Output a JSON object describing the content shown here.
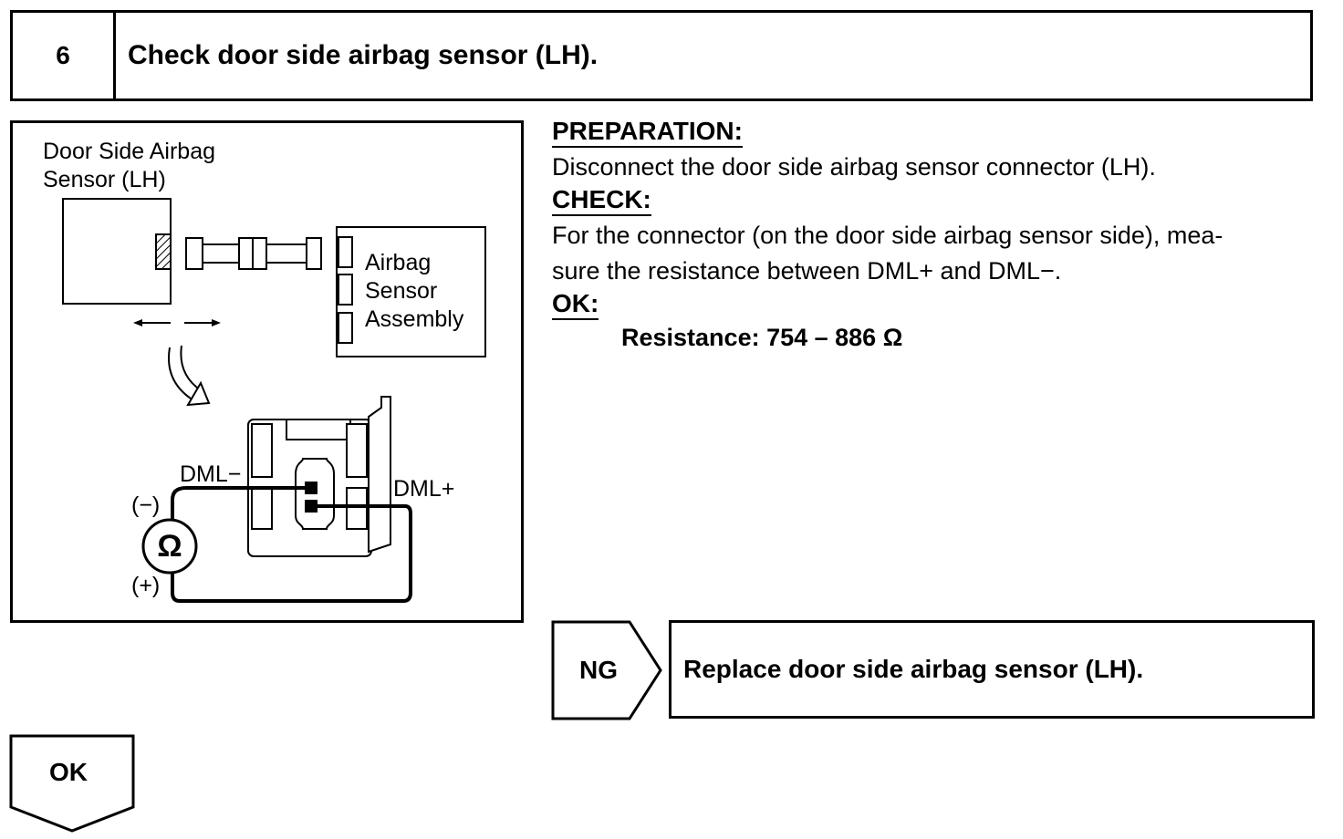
{
  "step": {
    "number": "6",
    "title": "Check door side airbag sensor (LH)."
  },
  "figure": {
    "sensor_label_line1": "Door Side Airbag",
    "sensor_label_line2": "Sensor (LH)",
    "assembly_line1": "Airbag",
    "assembly_line2": "Sensor",
    "assembly_line3": "Assembly",
    "terminal_minus": "DML−",
    "terminal_plus": "DML+",
    "meter_neg": "(−)",
    "meter_pos": "(+)",
    "ohm_symbol": "Ω"
  },
  "procedure": {
    "preparation_heading": "PREPARATION:",
    "preparation_text": "Disconnect the door side airbag sensor connector (LH).",
    "check_heading": "CHECK:",
    "check_text_line1": "For the connector (on the door side airbag sensor side), mea-",
    "check_text_line2": "sure the resistance between DML+ and DML−.",
    "ok_heading": "OK:",
    "ok_value": "Resistance: 754 – 886 Ω"
  },
  "outcomes": {
    "ng_label": "NG",
    "ng_action": "Replace door side airbag sensor (LH).",
    "ok_label": "OK"
  }
}
